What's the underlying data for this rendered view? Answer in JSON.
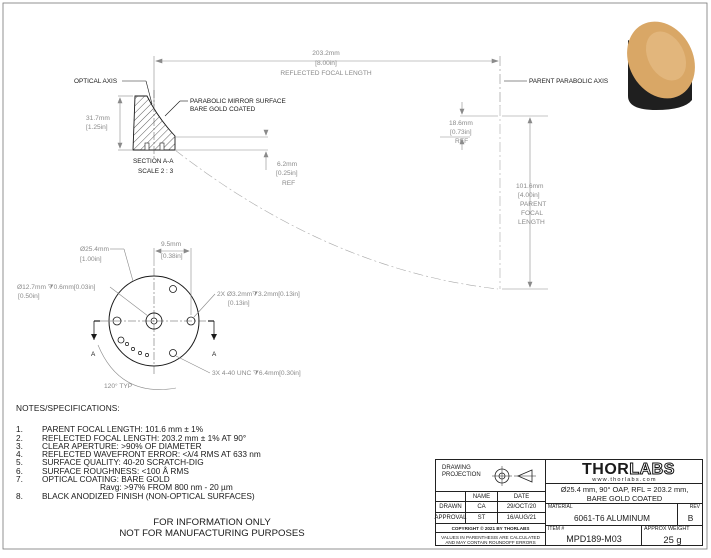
{
  "drawing": {
    "dim_rfl": "203.2mm",
    "dim_rfl_in": "[8.00in]",
    "dim_rfl_label": "REFLECTED FOCAL LENGTH",
    "label_optical_axis": "OPTICAL AXIS",
    "label_parent_axis": "PARENT PARABOLIC AXIS",
    "label_surface_1": "PARABOLIC MIRROR SURFACE",
    "label_surface_2": "BARE GOLD COATED",
    "dim_height": "31.7mm",
    "dim_height_in": "[1.25in]",
    "dim_ref1": "18.6mm",
    "dim_ref1_in": "[0.73in]",
    "dim_ref1_label": "REF",
    "section_title": "SECTION A-A",
    "section_scale": "SCALE 2 : 3",
    "dim_ref2": "6.2mm",
    "dim_ref2_in": "[0.25in]",
    "dim_ref2_label": "REF",
    "dim_pfl": "101.6mm",
    "dim_pfl_in": "[4.00in]",
    "dim_pfl_label1": "PARENT",
    "dim_pfl_label2": "FOCAL",
    "dim_pfl_label3": "LENGTH",
    "dim_dia": "Ø25.4mm",
    "dim_dia_in": "[1.00in]",
    "dim_offset": "9.5mm",
    "dim_offset_in": "[0.38in]",
    "dim_center_hole": "Ø12.7mm ⧩0.6mm[0.03in]",
    "dim_center_hole_in": "[0.50in]",
    "dim_pin_holes": "2X Ø3.2mm⧩3.2mm[0.13in]",
    "dim_pin_holes_in": "[0.13in]",
    "dim_threads": "3X 4-40 UNC ⧩6.4mm[0.30in]",
    "dim_angle": "120° TYP",
    "section_mark_left": "A",
    "section_mark_right": "A"
  },
  "notes": {
    "title": "NOTES/SPECIFICATIONS:",
    "items": [
      {
        "n": "1.",
        "t": "PARENT FOCAL LENGTH: 101.6 mm ± 1%"
      },
      {
        "n": "2.",
        "t": "REFLECTED FOCAL LENGTH: 203.2 mm ± 1% AT 90°"
      },
      {
        "n": "3.",
        "t": "CLEAR APERTURE: >90% OF DIAMETER"
      },
      {
        "n": "4.",
        "t": "REFLECTED WAVEFRONT ERROR: <λ/4 RMS AT 633 nm"
      },
      {
        "n": "5.",
        "t": "SURFACE QUALITY: 40-20 SCRATCH-DIG"
      },
      {
        "n": "6.",
        "t": "SURFACE ROUGHNESS: <100 Å RMS"
      },
      {
        "n": "7.",
        "t": "OPTICAL COATING: BARE GOLD"
      }
    ],
    "item7_sub": "Ravg: >97% FROM 800 nm - 20 µm",
    "item8_n": "8.",
    "item8_t": "BLACK ANODIZED FINISH (NON-OPTICAL SURFACES)",
    "disclaimer_1": "FOR INFORMATION ONLY",
    "disclaimer_2": "NOT FOR MANUFACTURING PURPOSES"
  },
  "title_block": {
    "projection_1": "DRAWING",
    "projection_2": "PROJECTION",
    "col_name": "NAME",
    "col_date": "DATE",
    "drawn_label": "DRAWN",
    "drawn_name": "CA",
    "drawn_date": "29/OCT/20",
    "approval_label": "APPROVAL",
    "approval_name": "ST",
    "approval_date": "16/AUG/21",
    "copyright": "COPYRIGHT © 2021 BY THORLABS",
    "values_note_1": "VALUES IN PARENTHESIS ARE CALCULATED",
    "values_note_2": "AND MAY CONTAIN ROUNDOFF ERRORS",
    "logo_thor": "THOR",
    "logo_labs": "LABS",
    "website": "www.thorlabs.com",
    "description_1": "Ø25.4 mm, 90° OAP, RFL = 203.2 mm,",
    "description_2": "BARE GOLD COATED",
    "material_label": "MATERIAL",
    "material": "6061-T6 ALUMINUM",
    "rev_label": "REV",
    "rev": "B",
    "item_label": "ITEM #",
    "item": "MPD189-M03",
    "weight_label": "APPROX WEIGHT",
    "weight": "25 g"
  },
  "colors": {
    "gold": "#d9a766",
    "dark": "#1f1f1f",
    "dim_gray": "#8a8a8a"
  }
}
